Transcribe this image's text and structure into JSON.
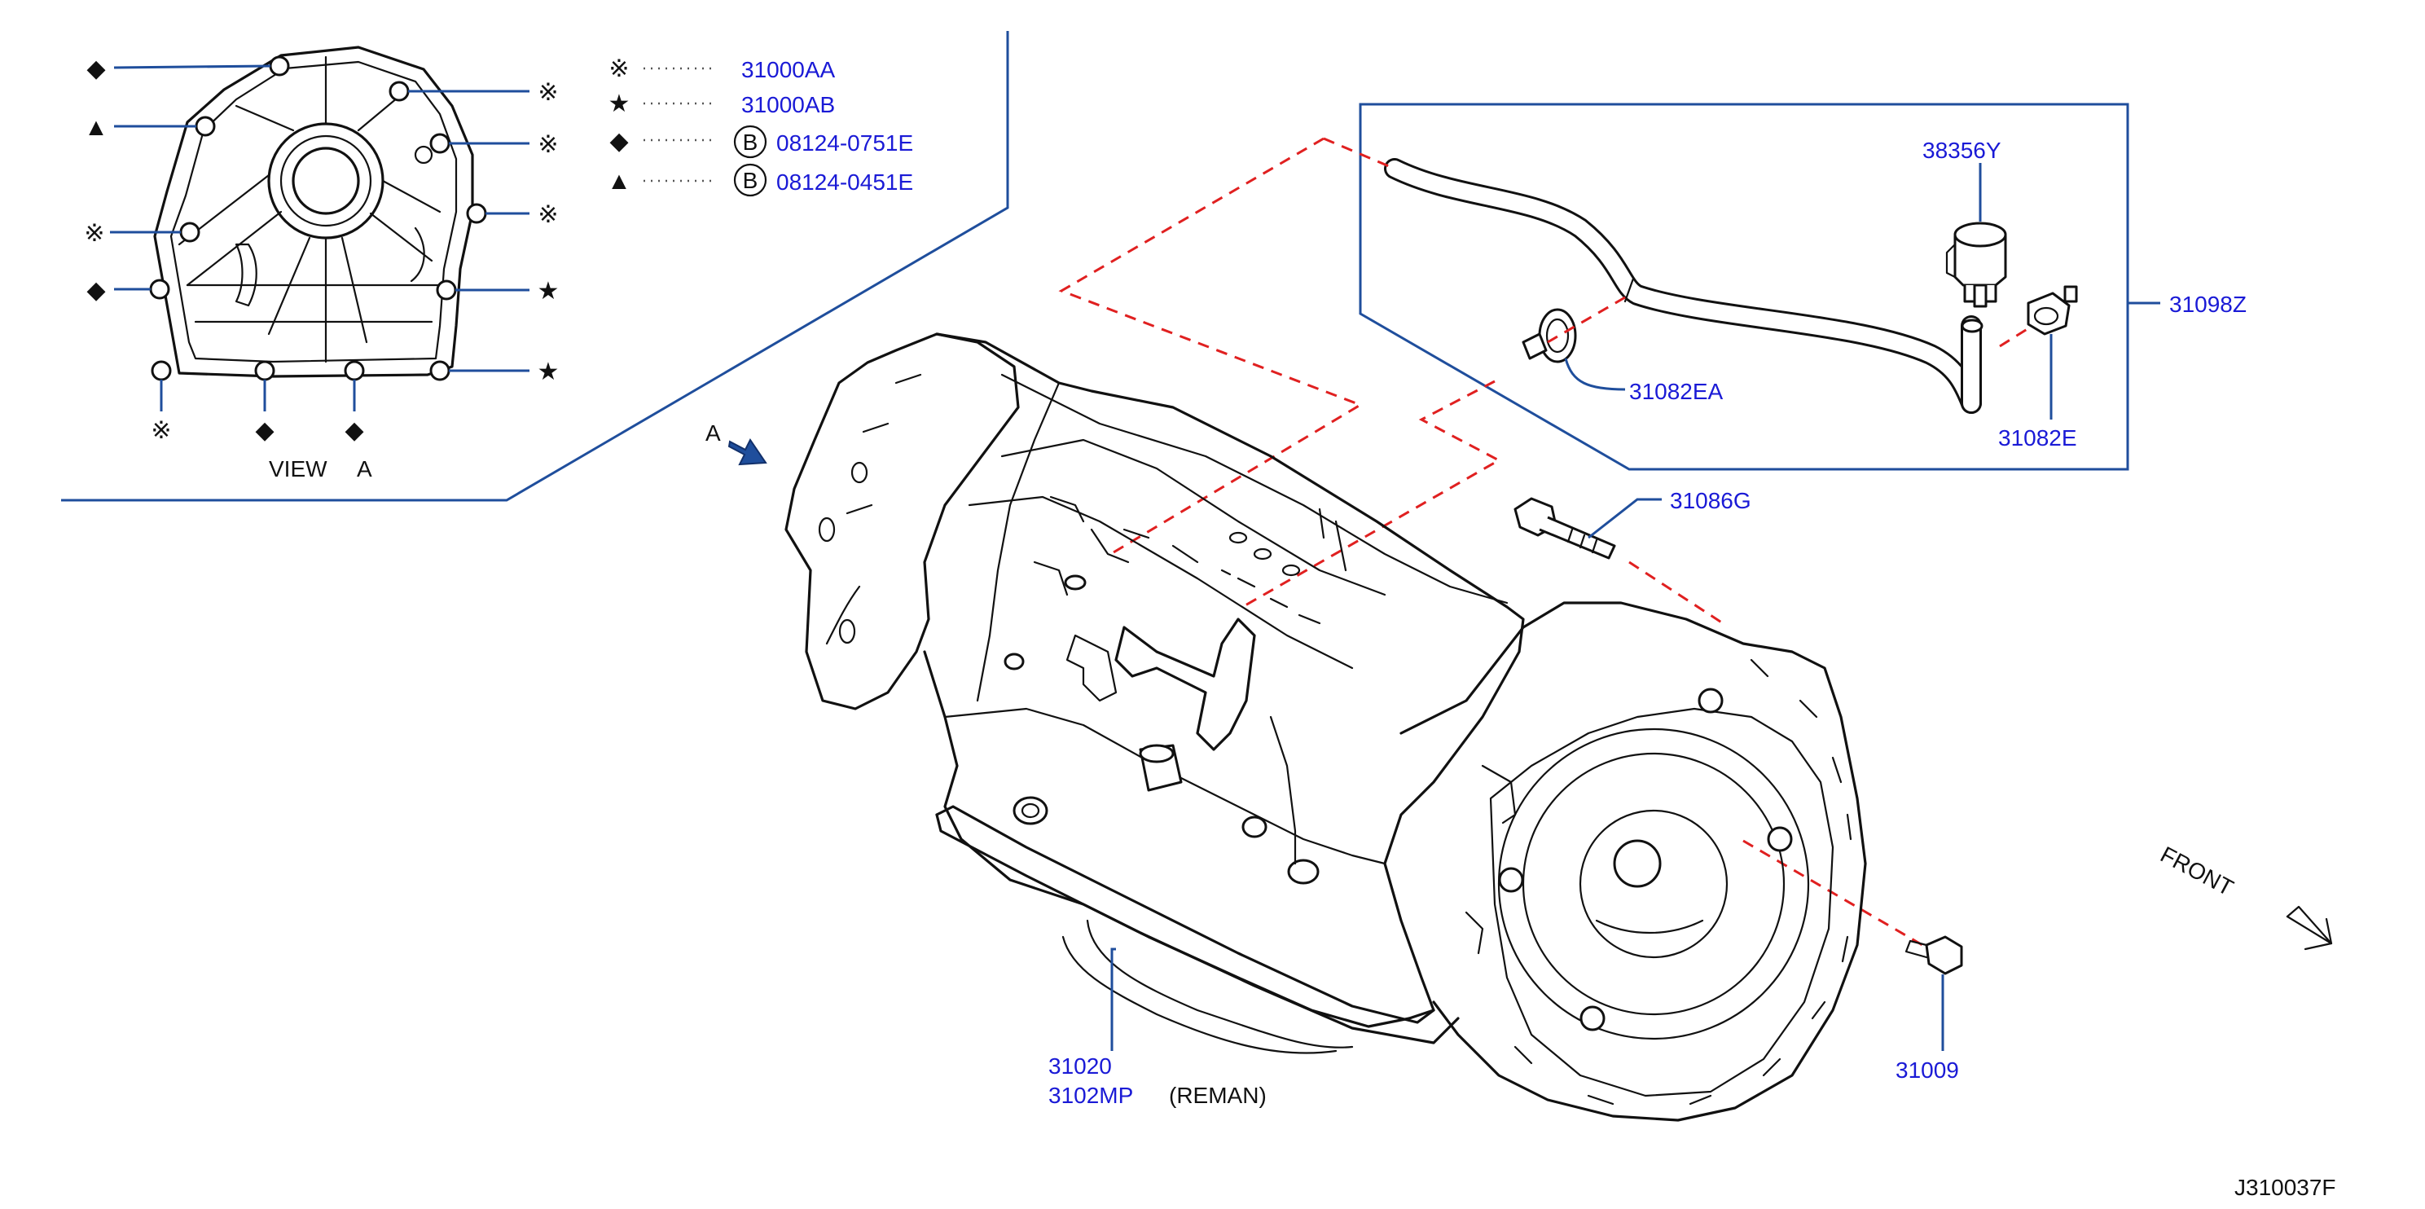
{
  "view_label": {
    "word": "VIEW",
    "letter": "A"
  },
  "arrow_label": "A",
  "legend": [
    {
      "symbol": "※",
      "part": "31000AA",
      "bolt_mark": ""
    },
    {
      "symbol": "★",
      "part": "31000AB",
      "bolt_mark": ""
    },
    {
      "symbol": "◆",
      "part": "08124-0751E",
      "bolt_mark": "B"
    },
    {
      "symbol": "▲",
      "part": "08124-0451E",
      "bolt_mark": "B"
    }
  ],
  "view_symbols": {
    "left": [
      "◆",
      "▲",
      "※",
      "◆"
    ],
    "right": [
      "※",
      "※",
      "※",
      "★",
      "★"
    ],
    "bottom": [
      "※",
      "◆",
      "◆"
    ]
  },
  "parts": {
    "p38356Y": "38356Y",
    "p31098Z": "31098Z",
    "p31082EA": "31082EA",
    "p31082E": "31082E",
    "p31086G": "31086G",
    "p31020": "31020",
    "p3102MP": "3102MP",
    "reman": "(REMAN)",
    "p31009": "31009"
  },
  "front_label": "FRONT",
  "diagram_code": "J310037F",
  "colors": {
    "part_number": "#1a1ad6",
    "leader": "#1f4e9c",
    "dashed": "#e02020",
    "line_art": "#111111"
  }
}
